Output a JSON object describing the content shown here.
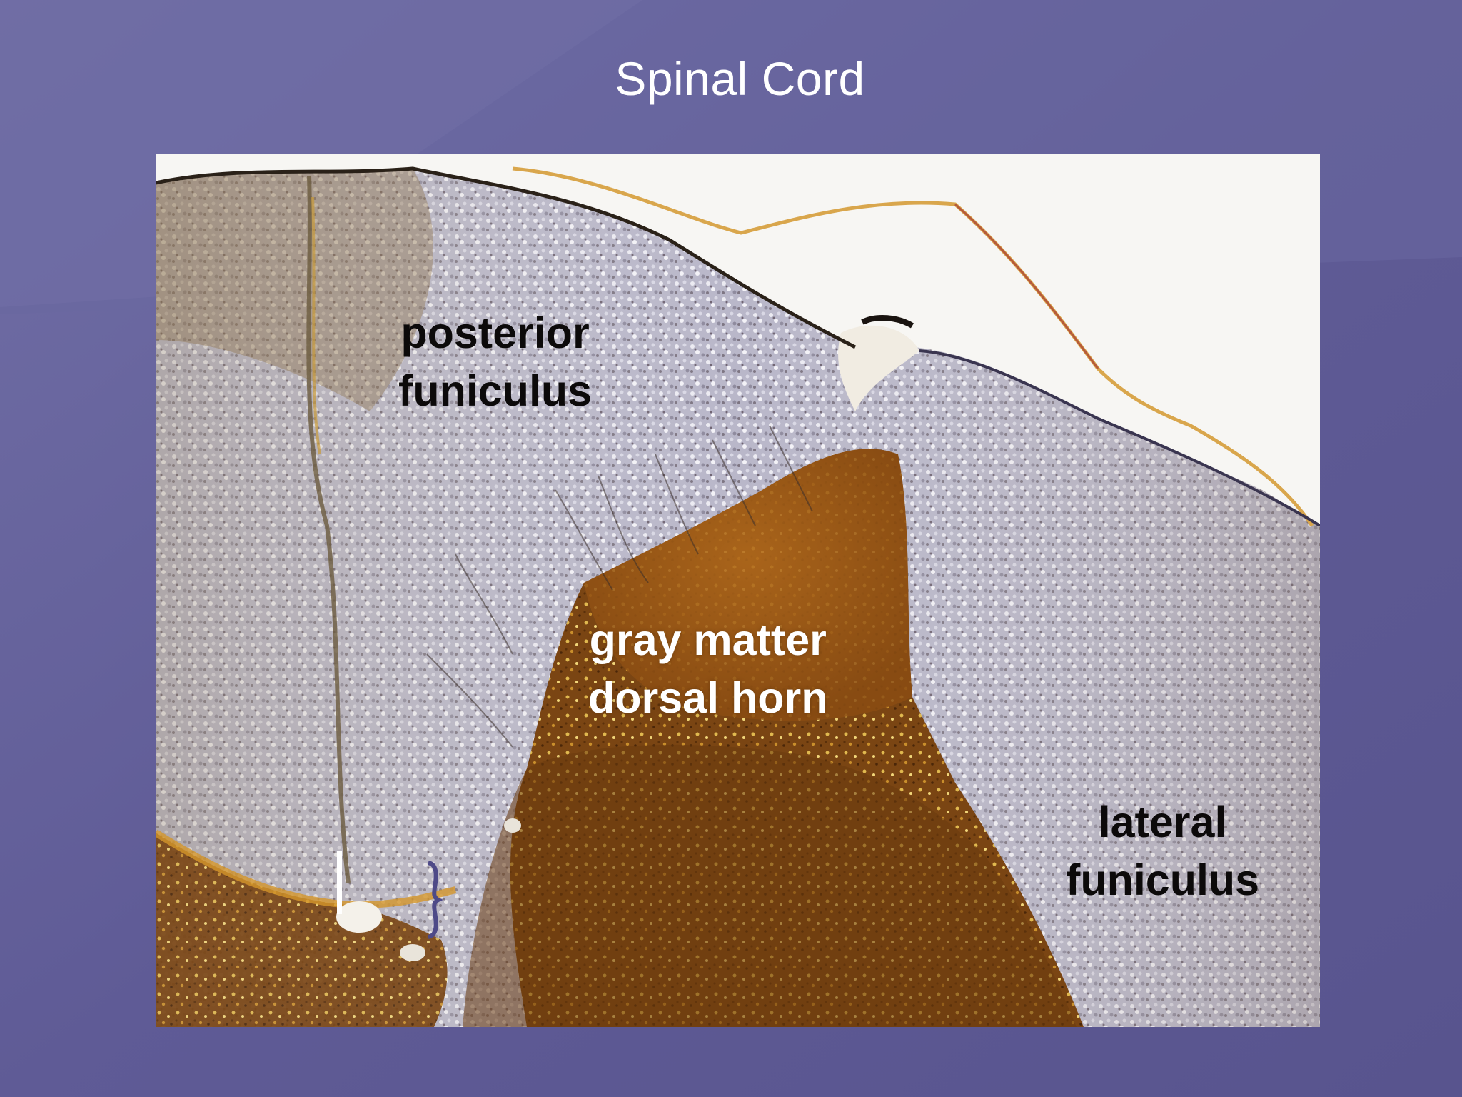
{
  "slide": {
    "title": "Spinal Cord",
    "background_color": "#5e5a94"
  },
  "image": {
    "description_icon": "spinal-cord-micrograph",
    "labels": {
      "posterior_funiculus": [
        "posterior",
        "funiculus"
      ],
      "gray_matter_dorsal_horn": [
        "gray matter",
        "dorsal horn"
      ],
      "lateral_funiculus": [
        "lateral",
        "funiculus"
      ]
    }
  }
}
